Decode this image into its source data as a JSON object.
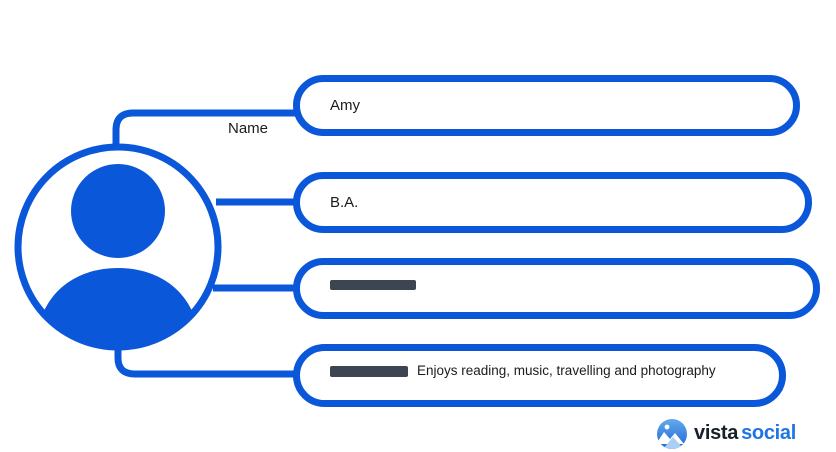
{
  "canvas": {
    "background": "#ffffff",
    "accent_blue": "#0B57D9",
    "text_color": "#1C1C1E",
    "placeholder_bar_color": "#3D4452"
  },
  "avatar": {
    "description": "person silhouette inside outlined circle",
    "outline_color": "#0B57D9",
    "fill_color": "#0B57D9"
  },
  "branch_label": "Name",
  "pills": [
    {
      "text": "Amy",
      "align": "left",
      "has_bar": false
    },
    {
      "text": "B.A.",
      "align": "left",
      "has_bar": false
    },
    {
      "text": "",
      "align": "left",
      "has_bar": true
    },
    {
      "text": "Enjoys reading, music, travelling and photography",
      "align": "left",
      "has_bar": true
    }
  ],
  "logo": {
    "icon": "mountain-photo-icon",
    "icon_gradient": [
      "#63A9EC",
      "#1E66D9"
    ],
    "text_primary": "vista",
    "text_accent": "social",
    "accent_color": "#2173E8"
  }
}
